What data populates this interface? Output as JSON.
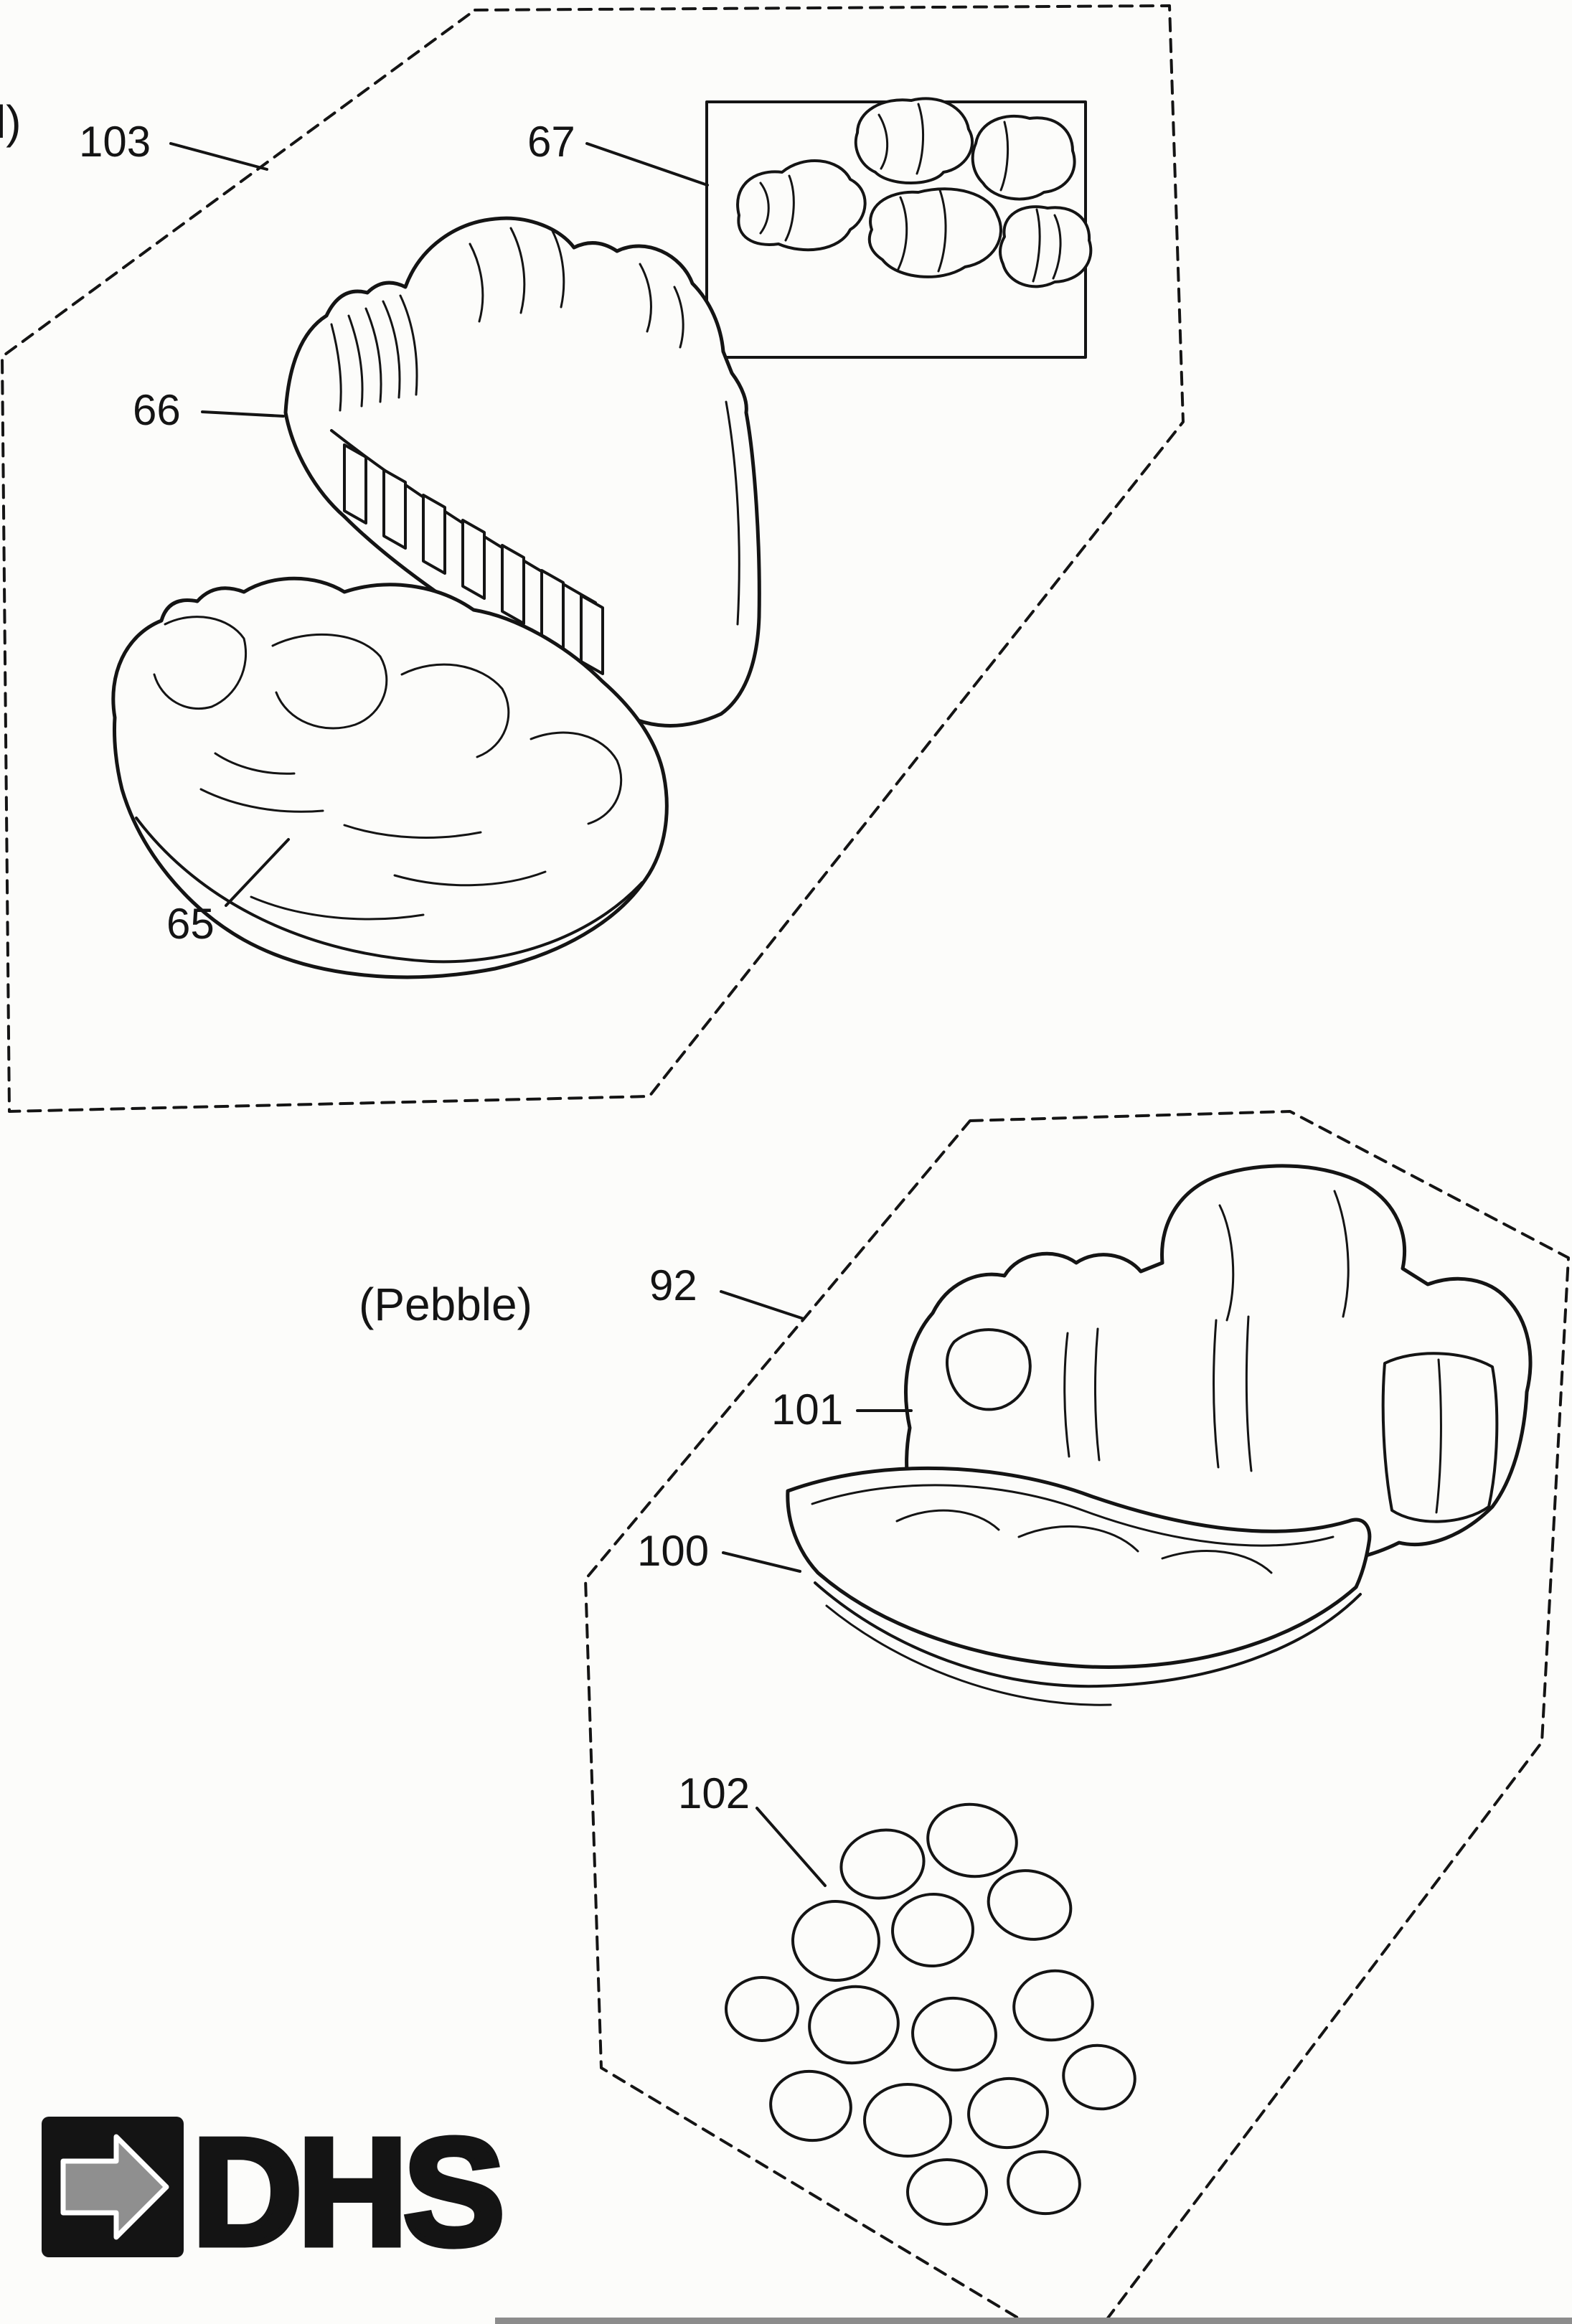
{
  "colors": {
    "ink": "#141414",
    "background": "#fcfcfa",
    "logo_arrow_fill": "#8f8f8f",
    "scan_bar": "#8c8c8c"
  },
  "labels": {
    "edge_partial": "l)",
    "ref_103": "103",
    "ref_67": "67",
    "ref_66": "66",
    "ref_65": "65",
    "pebble_caption": "(Pebble)",
    "ref_92": "92",
    "ref_101": "101",
    "ref_100": "100",
    "ref_102": "102"
  },
  "logo": {
    "text": "DHS"
  }
}
